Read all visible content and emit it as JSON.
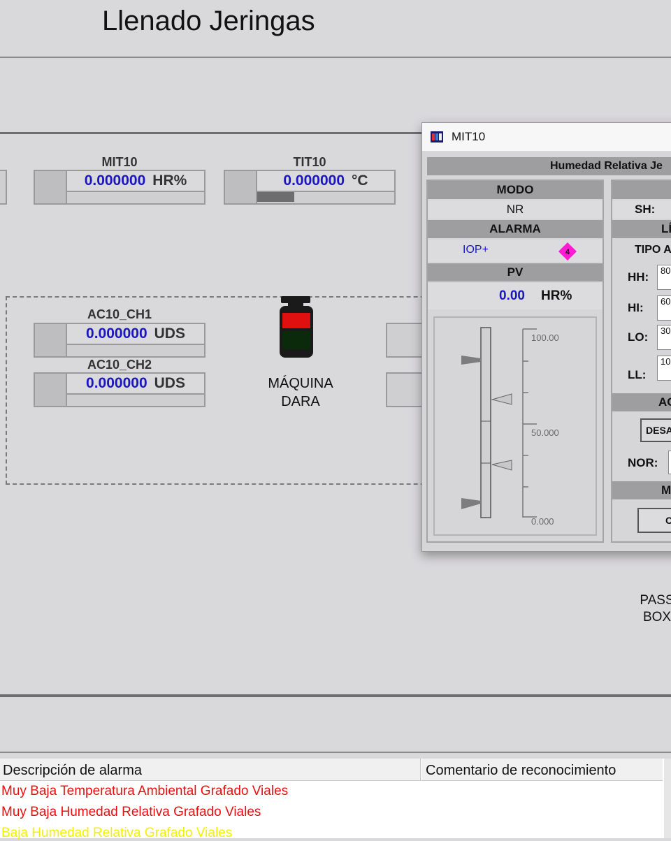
{
  "header": {
    "title": "Llenado Jeringas"
  },
  "instruments": {
    "mit10": {
      "tag": "MIT10",
      "value": "0.000000",
      "unit": "HR%",
      "level": 0
    },
    "tit10": {
      "tag": "TIT10",
      "value": "0.000000",
      "unit": "°C",
      "level": 0.27
    },
    "ac10_ch1": {
      "tag": "AC10_CH1",
      "value": "0.000000",
      "unit": "UDS",
      "level": 0
    },
    "ac10_ch2": {
      "tag": "AC10_CH2",
      "value": "0.000000",
      "unit": "UDS",
      "level": 0
    }
  },
  "machine": {
    "label_line1": "MÁQUINA",
    "label_line2": "DARA",
    "status_colors": {
      "top": "#e01010",
      "bottom": "#0b2a0b"
    }
  },
  "pass_box": {
    "line1": "PASS",
    "line2": "BOX"
  },
  "popup": {
    "window_title": "MIT10",
    "description": "Humedad Relativa Je",
    "modo_header": "MODO",
    "modo_value": "NR",
    "alarma_header": "ALARMA",
    "alarm_code": "IOP+",
    "alarm_priority": "4",
    "pv_header": "PV",
    "pv_value": "0.00",
    "pv_unit": "HR%",
    "scale": {
      "max": "100.00",
      "mid": "50.000",
      "min": "0.000"
    },
    "right": {
      "sh_label": "SH:",
      "limits_header": "LÍ",
      "tipo_label": "TIPO A",
      "limits": [
        {
          "label": "HH:",
          "value": "80"
        },
        {
          "label": "HI:",
          "value": "60"
        },
        {
          "label": "LO:",
          "value": "30"
        },
        {
          "label": "LL:",
          "value": "10"
        }
      ],
      "action_header": "AC",
      "action_button": "DESA",
      "nor_label": "NOR:",
      "m_header": "M",
      "bottom_button": "C"
    },
    "alarm_color": "#ff1bd6"
  },
  "alarm_table": {
    "columns": [
      "Descripción de alarma",
      "Comentario de reconocimiento"
    ],
    "rows": [
      {
        "text": "Muy Baja Temperatura Ambiental Grafado Viales",
        "color": "#e81010"
      },
      {
        "text": "Muy Baja Humedad Relativa Grafado Viales",
        "color": "#e81010"
      },
      {
        "text": "Baja Humedad Relativa Grafado Viales",
        "color": "#f2f200"
      }
    ]
  }
}
